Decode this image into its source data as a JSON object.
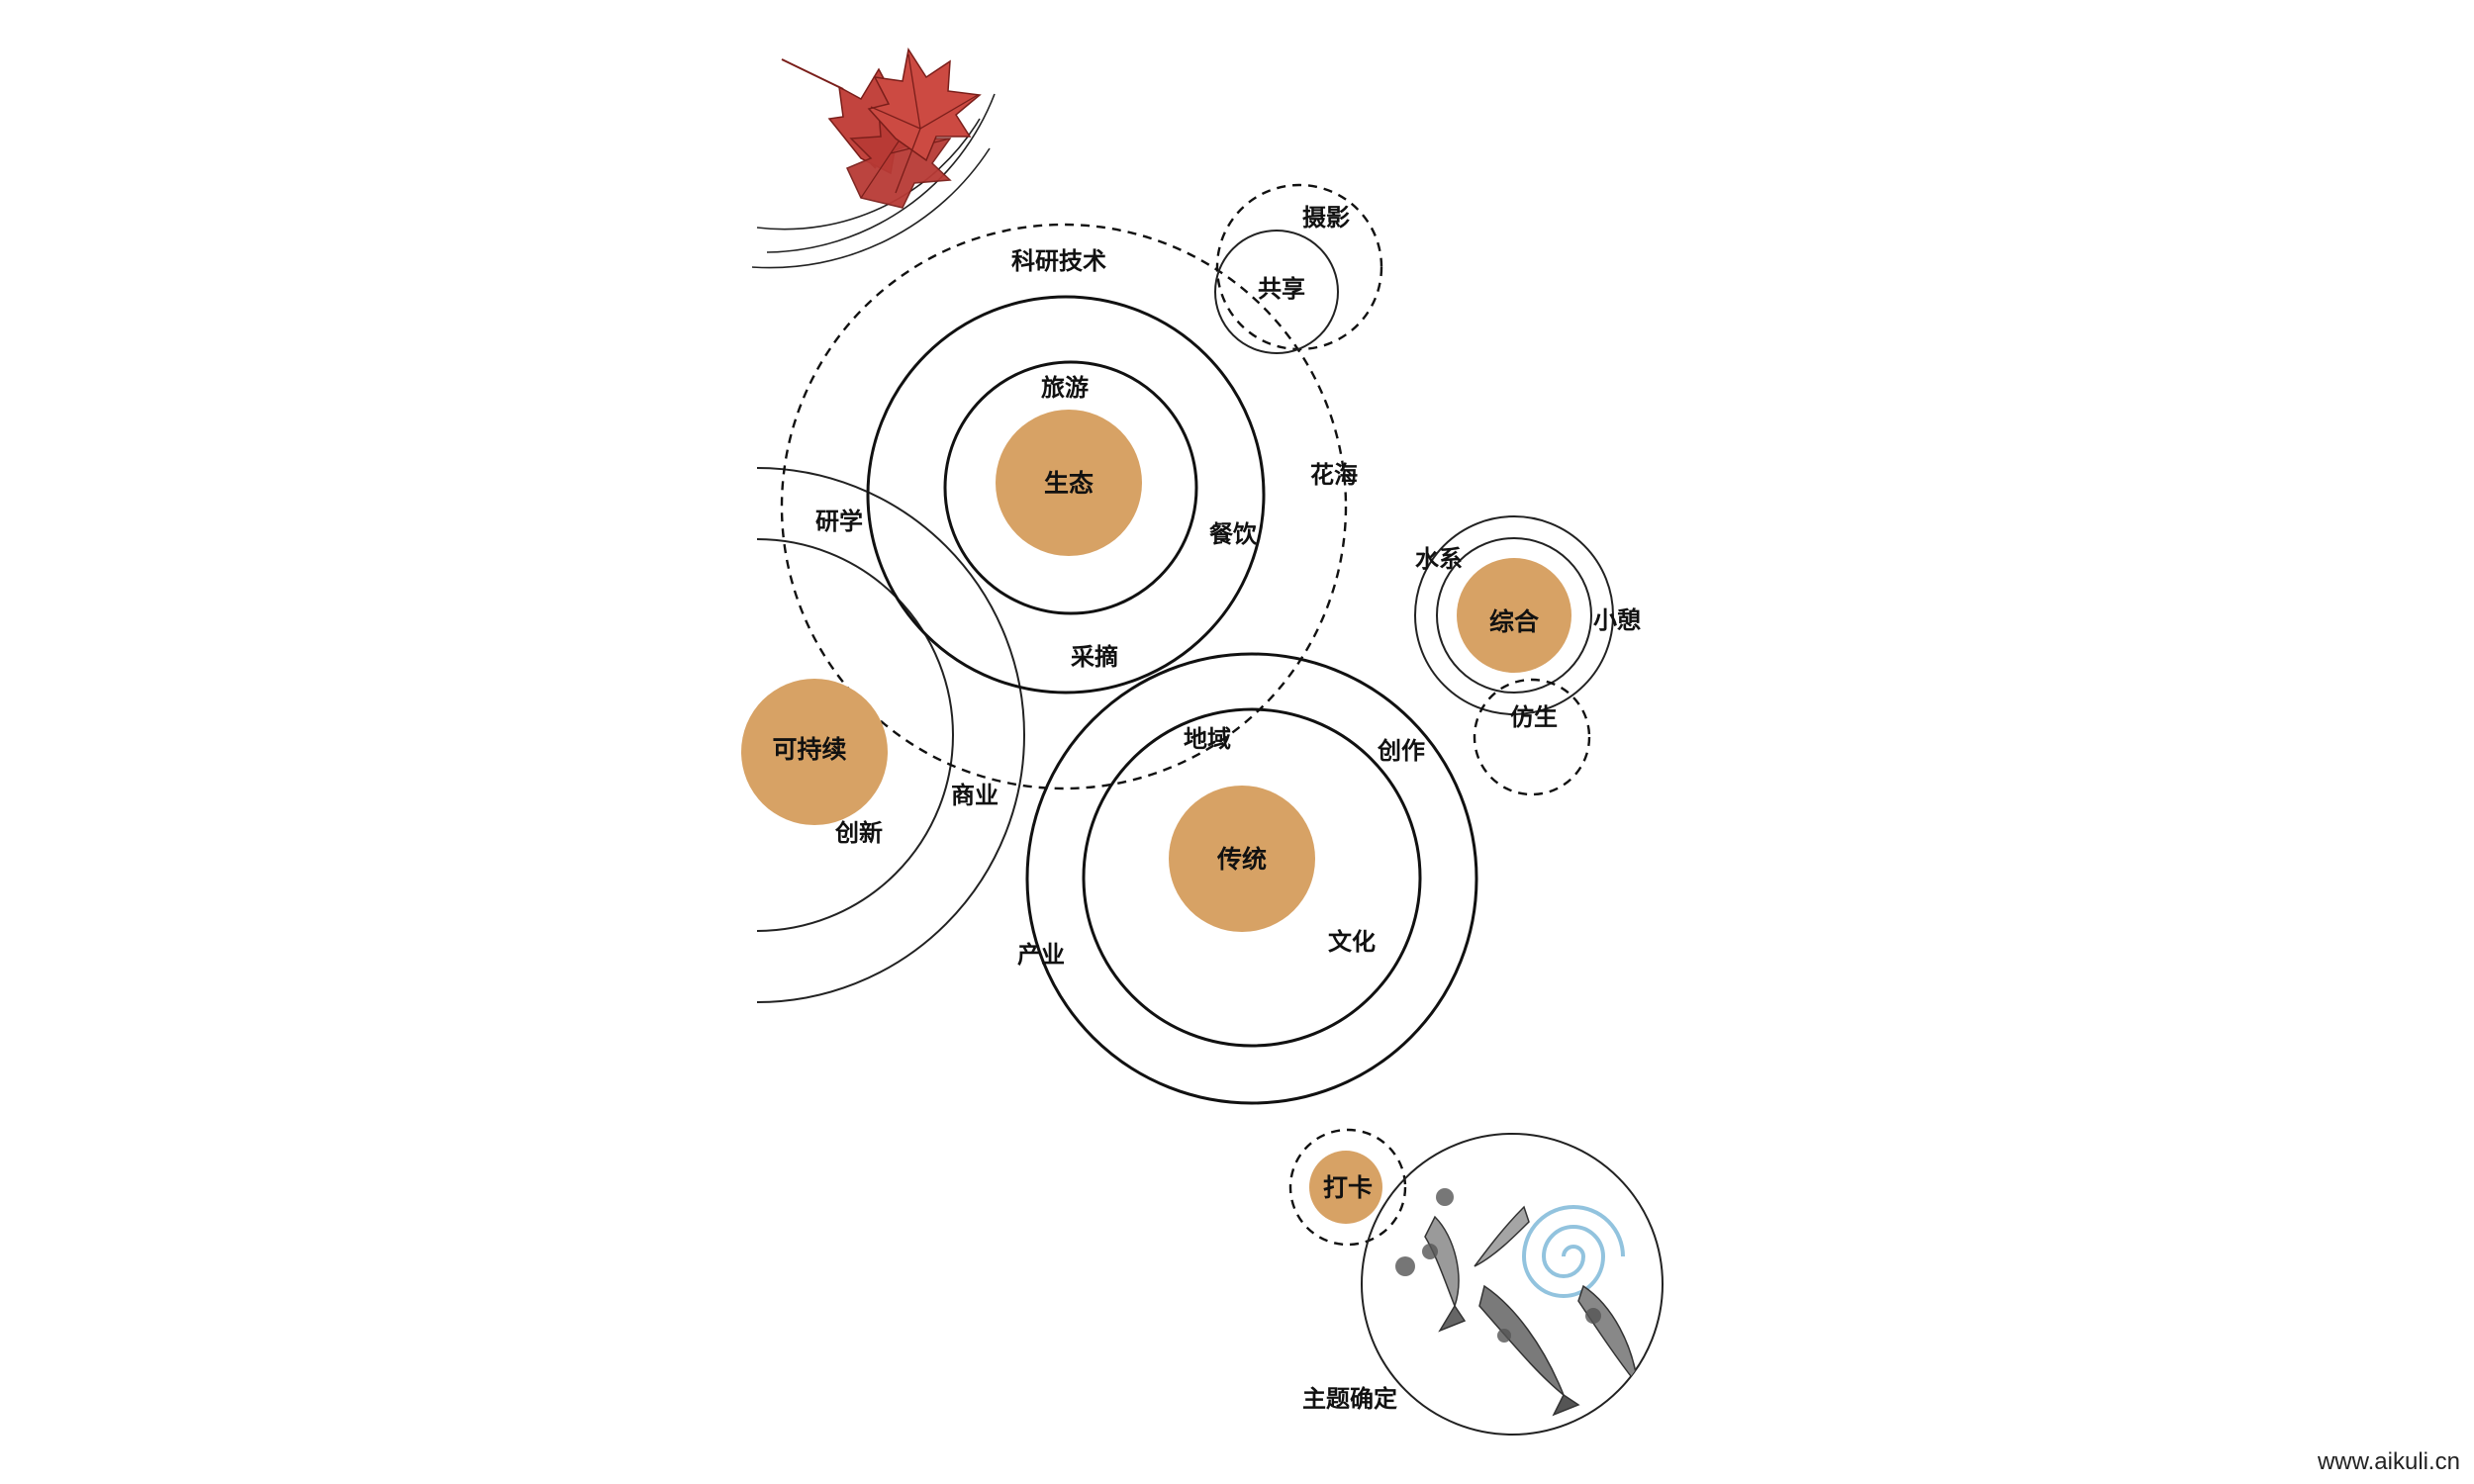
{
  "colors": {
    "core_fill": "#d7a265",
    "stroke": "#111111",
    "leaf": "#c0413c",
    "water": "#7fb8d8"
  },
  "cores": {
    "ecology": "生态",
    "sustainable": "可持续",
    "tradition": "传统",
    "comprehensive": "综合",
    "checkin": "打卡"
  },
  "labels": {
    "research_tech": "科研技术",
    "photography": "摄影",
    "sharing": "共享",
    "tourism": "旅游",
    "flower_sea": "花海",
    "dining": "餐饮",
    "study_tour": "研学",
    "picking": "采摘",
    "region": "地域",
    "creation": "创作",
    "commerce": "商业",
    "innovation": "创新",
    "industry": "产业",
    "culture": "文化",
    "water_system": "水系",
    "rest": "小憩",
    "bionic": "仿生",
    "theme": "主题确定"
  },
  "decor": {
    "leaf": "maple-leaf",
    "fish": "koi-fish"
  },
  "watermark": "www.aikuli.cn"
}
